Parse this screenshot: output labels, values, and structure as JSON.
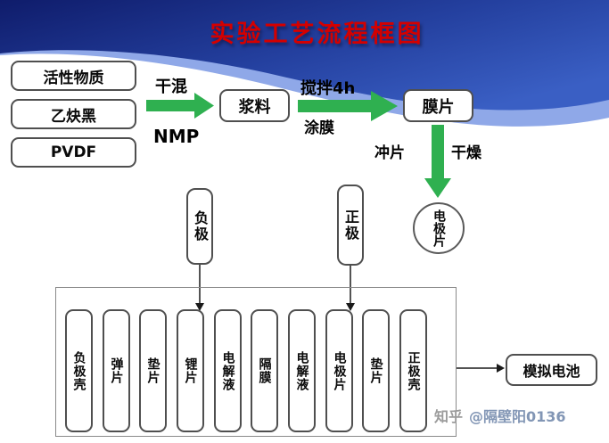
{
  "title": "实验工艺流程框图",
  "materials": [
    {
      "label": "活性物质"
    },
    {
      "label": "乙炔黑"
    },
    {
      "label": "PVDF"
    }
  ],
  "steps": {
    "mix_top": "干混",
    "mix_bottom": "NMP",
    "slurry": "浆料",
    "stir_top": "搅拌4h",
    "coat_bottom": "涂膜",
    "film": "膜片",
    "punch": "冲片",
    "dry": "干燥",
    "electrode_disc": "电极片",
    "negative": "负极",
    "positive": "正极"
  },
  "assembly": {
    "layers": [
      "负极壳",
      "弹片",
      "垫片",
      "锂片",
      "电解液",
      "隔膜",
      "电解液",
      "电极片",
      "垫片",
      "正极壳"
    ],
    "result": "模拟电池"
  },
  "watermark": {
    "brand": "知乎",
    "user": "@隔壁阳0136"
  },
  "colors": {
    "title_red": "#d40000",
    "arrow_green": "#2fb050",
    "header_blue_dark": "#101e6e",
    "header_blue_light": "#3a5fc4",
    "header_highlight": "#8fa8e8",
    "box_border": "#4f4f4f",
    "watermark_grey": "#9b9b9b",
    "watermark_user_blue": "#8296b5"
  }
}
